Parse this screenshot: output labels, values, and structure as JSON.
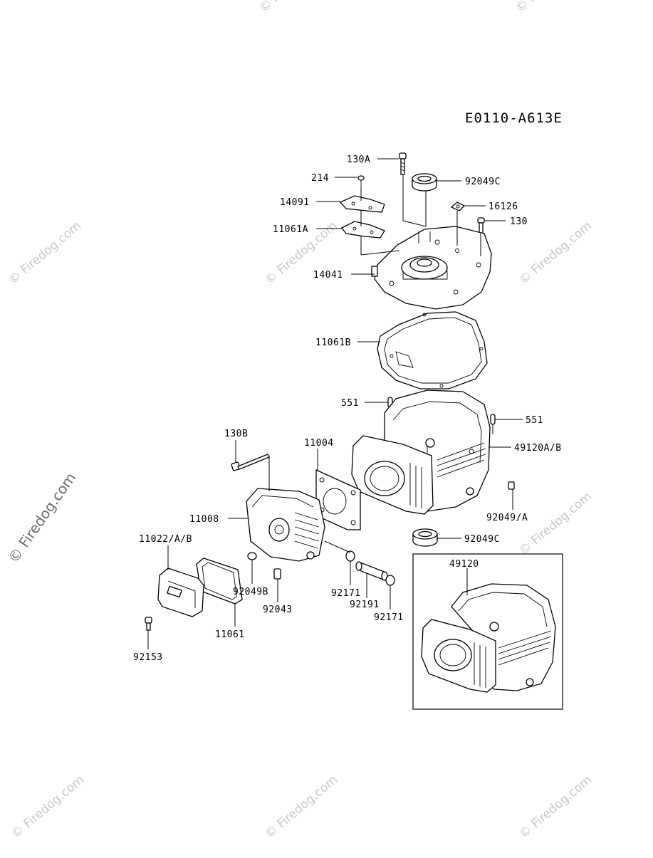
{
  "diagram_code": "E0110-A613E",
  "watermarks": {
    "text": "© Firedog.com"
  },
  "labels": {
    "p130a": "130A",
    "p214": "214",
    "p92049c_top": "92049C",
    "p14091": "14091",
    "p16126": "16126",
    "p130": "130",
    "p11061a": "11061A",
    "p14041": "14041",
    "p11061b": "11061B",
    "p551_left": "551",
    "p551_right": "551",
    "p130b": "130B",
    "p11004": "11004",
    "p49120ab": "49120A/B",
    "p11008": "11008",
    "p92049a": "92049/A",
    "p11022ab": "11022/A/B",
    "p92049c_bottom": "92049C",
    "p49120": "49120",
    "p92049b": "92049B",
    "p92171_left": "92171",
    "p92043": "92043",
    "p92191": "92191",
    "p92171_right": "92171",
    "p11061": "11061",
    "p92153": "92153"
  }
}
